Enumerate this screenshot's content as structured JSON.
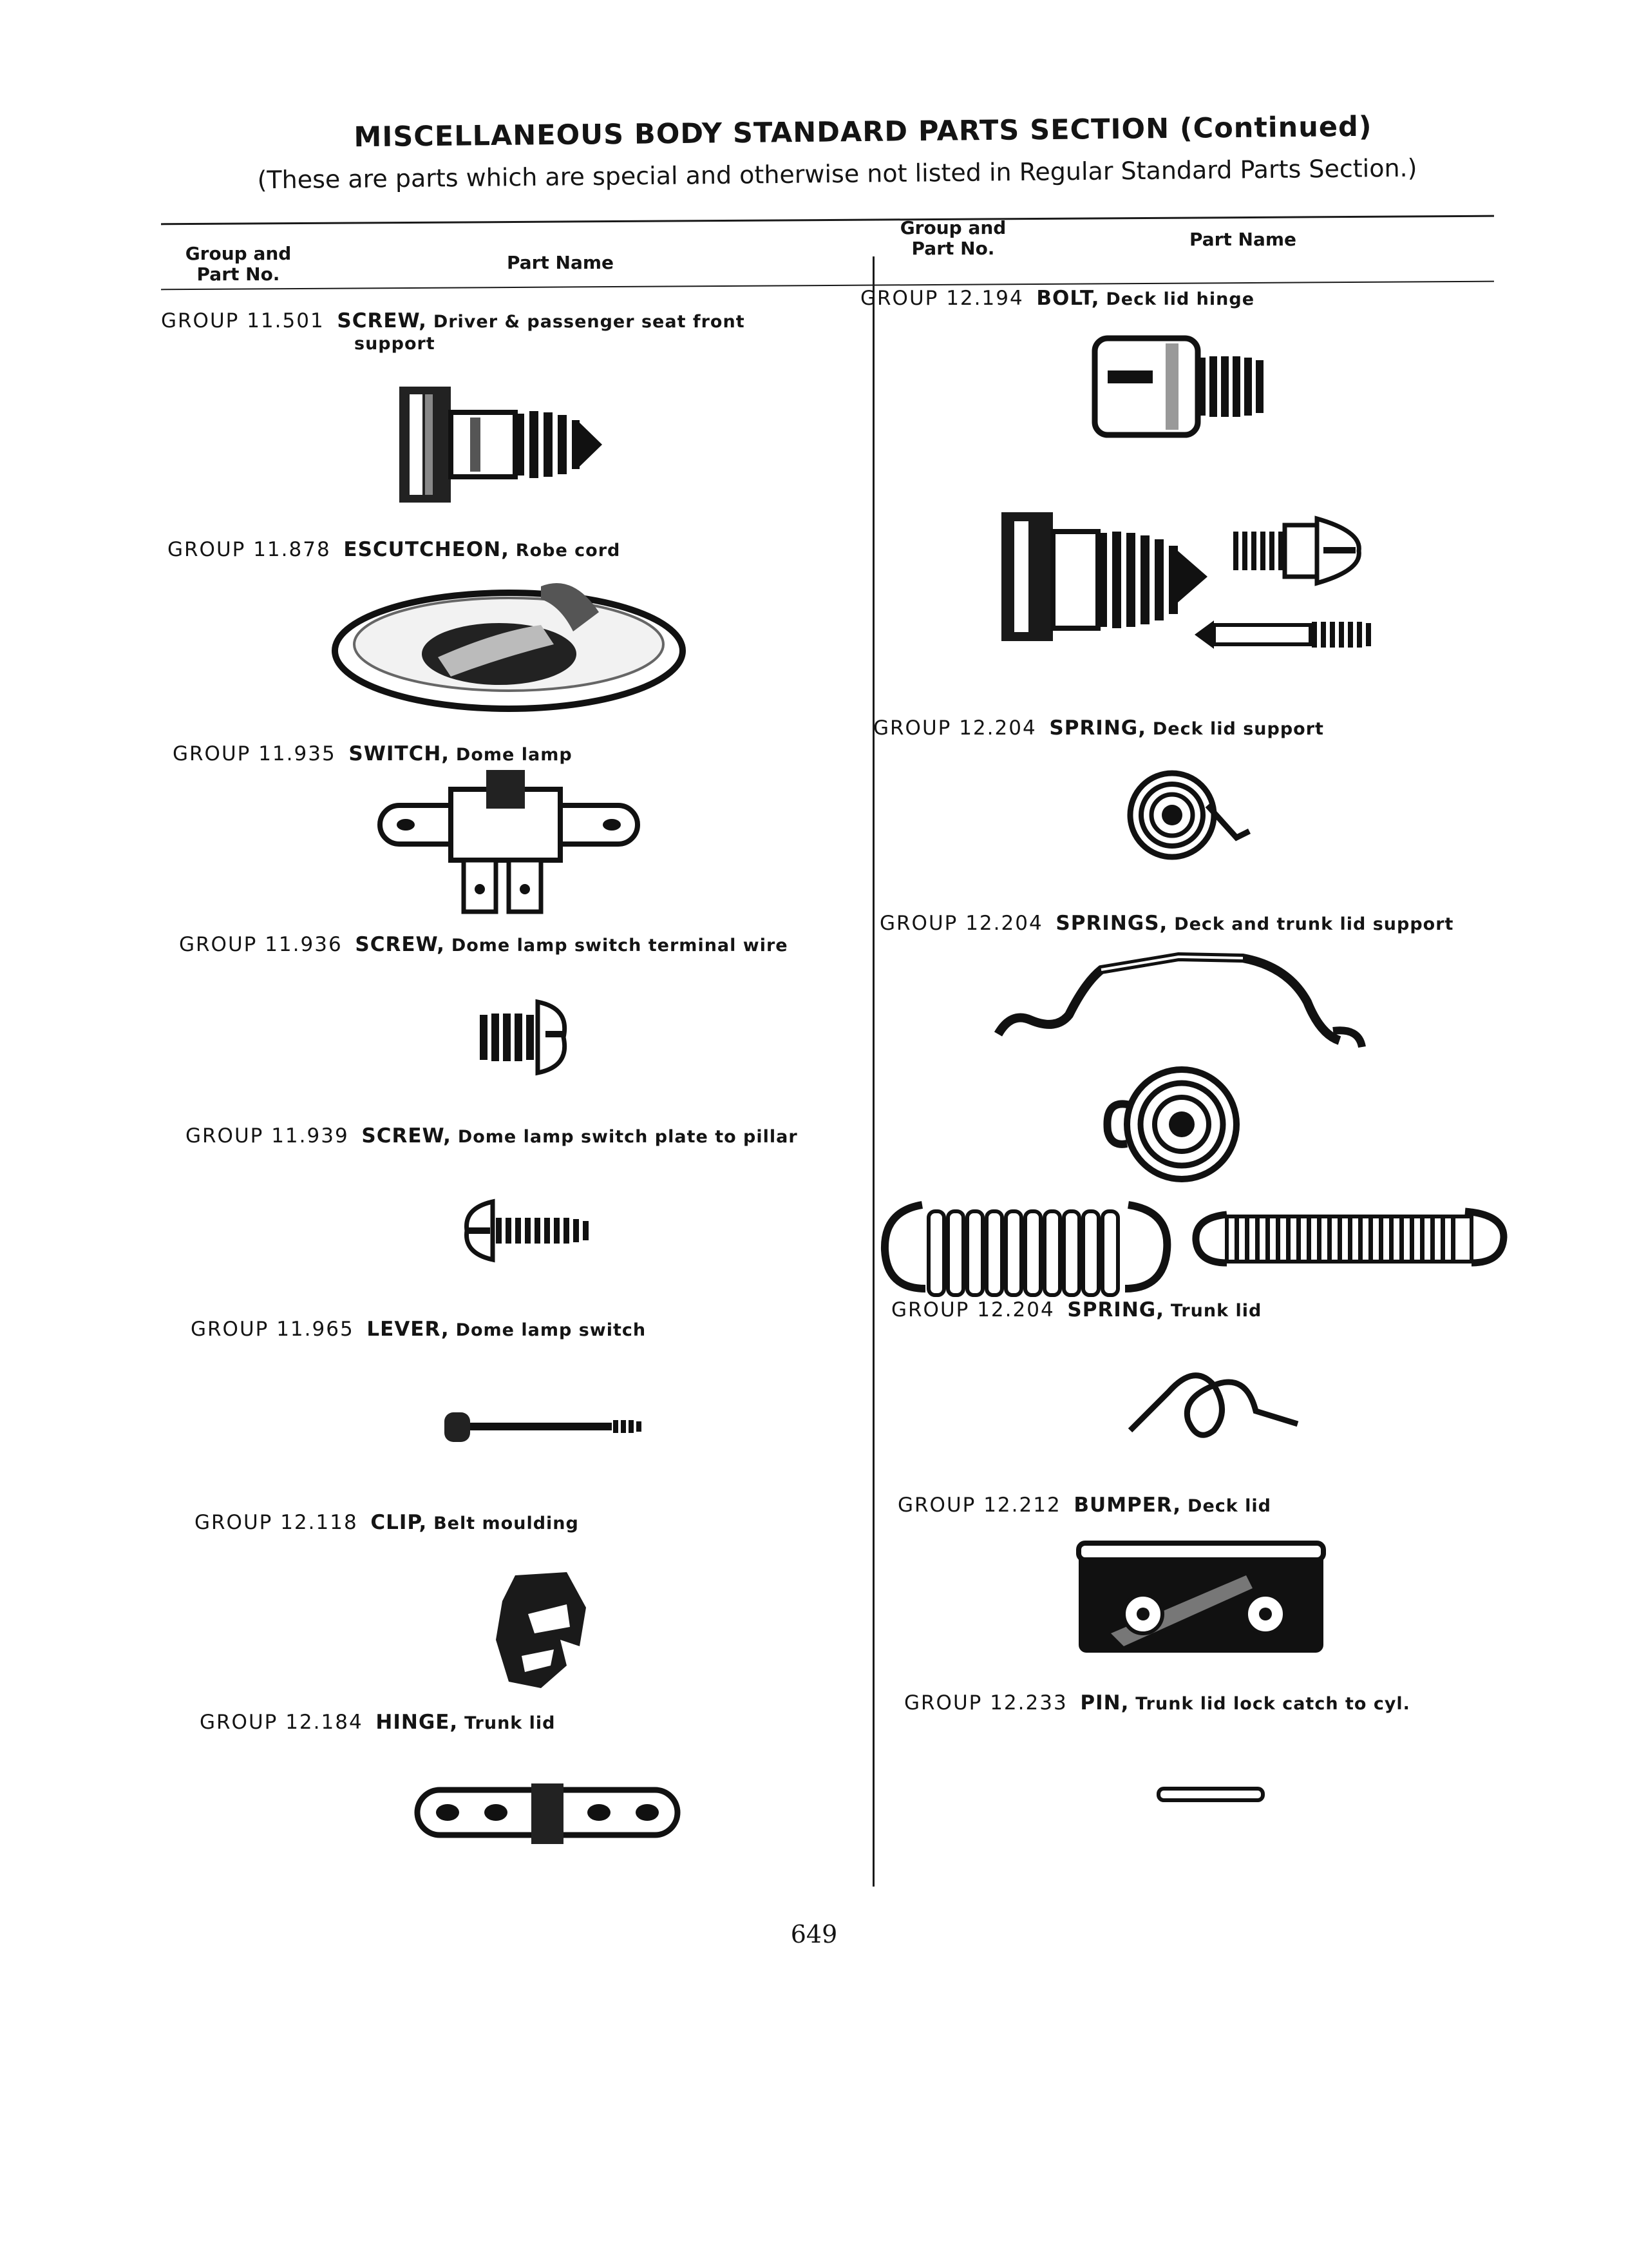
{
  "page": {
    "title": "MISCELLANEOUS BODY STANDARD PARTS SECTION (Continued)",
    "subtitle": "(These are parts which are special and otherwise not listed in Regular Standard Parts Section.)",
    "page_number": "649"
  },
  "columns": {
    "left": {
      "group_header": "Group and\nPart No.",
      "name_header": "Part Name"
    },
    "right": {
      "group_header": "Group and\nPart No.",
      "name_header": "Part Name"
    }
  },
  "left_items": [
    {
      "group": "GROUP 11.501",
      "name": "SCREW,",
      "desc": "Driver & passenger seat front",
      "desc_cont": "support",
      "icon": "screw-icon"
    },
    {
      "group": "GROUP 11.878",
      "name": "ESCUTCHEON,",
      "desc": "Robe cord",
      "icon": "escutcheon-icon"
    },
    {
      "group": "GROUP 11.935",
      "name": "SWITCH,",
      "desc": "Dome lamp",
      "icon": "switch-icon"
    },
    {
      "group": "GROUP 11.936",
      "name": "SCREW,",
      "desc": "Dome lamp switch terminal wire",
      "icon": "screw-icon"
    },
    {
      "group": "GROUP 11.939",
      "name": "SCREW,",
      "desc": "Dome lamp switch plate to pillar",
      "icon": "screw-icon"
    },
    {
      "group": "GROUP 11.965",
      "name": "LEVER,",
      "desc": "Dome lamp switch",
      "icon": "lever-icon"
    },
    {
      "group": "GROUP 12.118",
      "name": "CLIP,",
      "desc": "Belt moulding",
      "icon": "clip-icon"
    },
    {
      "group": "GROUP 12.184",
      "name": "HINGE,",
      "desc": "Trunk lid",
      "icon": "hinge-icon"
    }
  ],
  "right_items": [
    {
      "group": "GROUP 12.194",
      "name": "BOLT,",
      "desc": "Deck lid hinge",
      "icon": "bolt-icon"
    },
    {
      "group": "GROUP 12.204",
      "name": "SPRING,",
      "desc": "Deck lid support",
      "icon": "coil-spring-icon"
    },
    {
      "group": "GROUP 12.204",
      "name": "SPRINGS,",
      "desc": "Deck and trunk lid support",
      "icon": "springs-icon"
    },
    {
      "group": "GROUP 12.204",
      "name": "SPRING,",
      "desc": "Trunk lid",
      "icon": "wire-spring-icon"
    },
    {
      "group": "GROUP 12.212",
      "name": "BUMPER,",
      "desc": "Deck lid",
      "icon": "bumper-icon"
    },
    {
      "group": "GROUP 12.233",
      "name": "PIN,",
      "desc": "Trunk lid lock catch to cyl.",
      "icon": "pin-icon"
    }
  ]
}
